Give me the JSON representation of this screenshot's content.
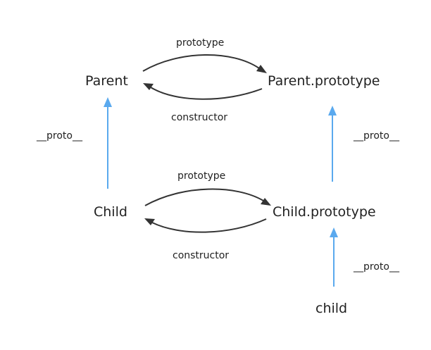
{
  "nodes": {
    "parent": "Parent",
    "parent_prototype": "Parent.prototype",
    "child": "Child",
    "child_prototype": "Child.prototype",
    "child_instance": "child"
  },
  "edges": {
    "parent_prototype_label": "prototype",
    "parent_constructor_label": "constructor",
    "child_prototype_label": "prototype",
    "child_constructor_label": "constructor",
    "child_to_parent_proto_label": "__proto__",
    "childproto_to_parentproto_label": "__proto__",
    "instance_to_childproto_label": "__proto__"
  },
  "colors": {
    "dark_arrow": "#333333",
    "proto_arrow": "#5aa9ee",
    "text": "#222222"
  }
}
